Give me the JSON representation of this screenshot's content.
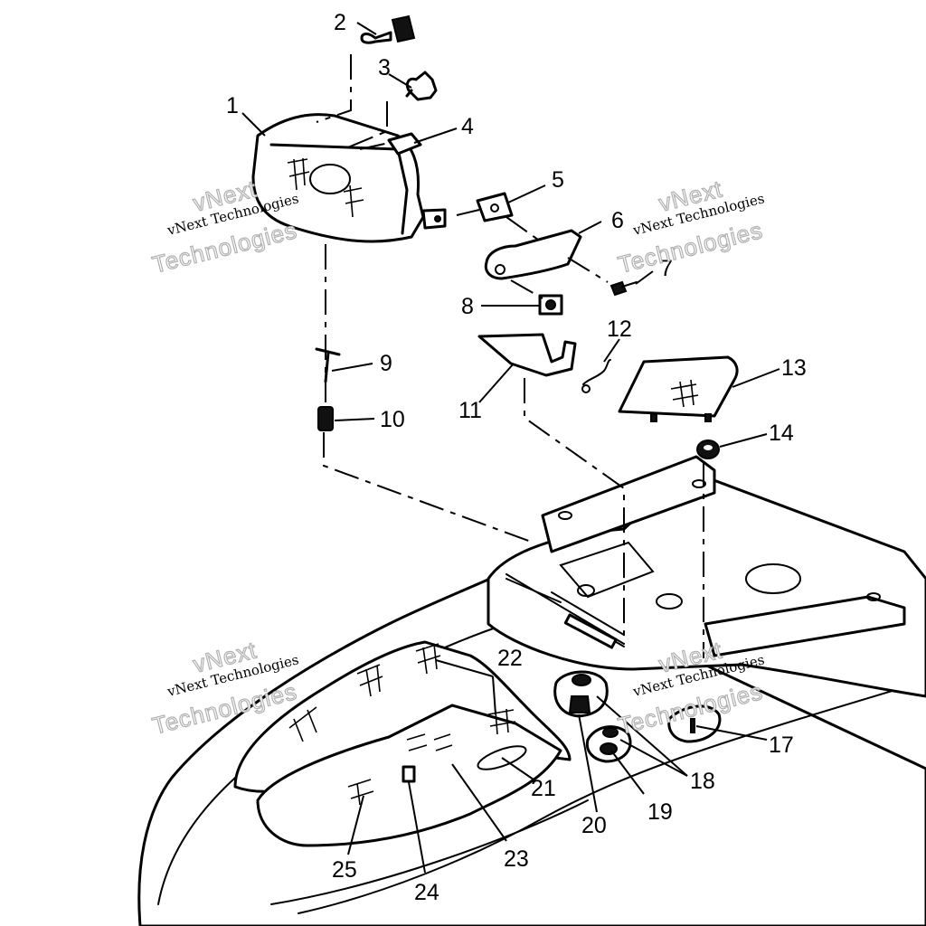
{
  "watermark": {
    "line_small": "vNext Technologies",
    "line_big_1": "vNext",
    "line_big_2": "Technologies"
  },
  "callouts": {
    "c1": "1",
    "c2": "2",
    "c3": "3",
    "c4": "4",
    "c5": "5",
    "c6": "6",
    "c7": "7",
    "c8": "8",
    "c9": "9",
    "c10": "10",
    "c11": "11",
    "c12": "12",
    "c13": "13",
    "c14": "14",
    "c17": "17",
    "c18": "18",
    "c19": "19",
    "c20": "20",
    "c21": "21",
    "c22": "22",
    "c23": "23",
    "c24": "24",
    "c25": "25"
  }
}
